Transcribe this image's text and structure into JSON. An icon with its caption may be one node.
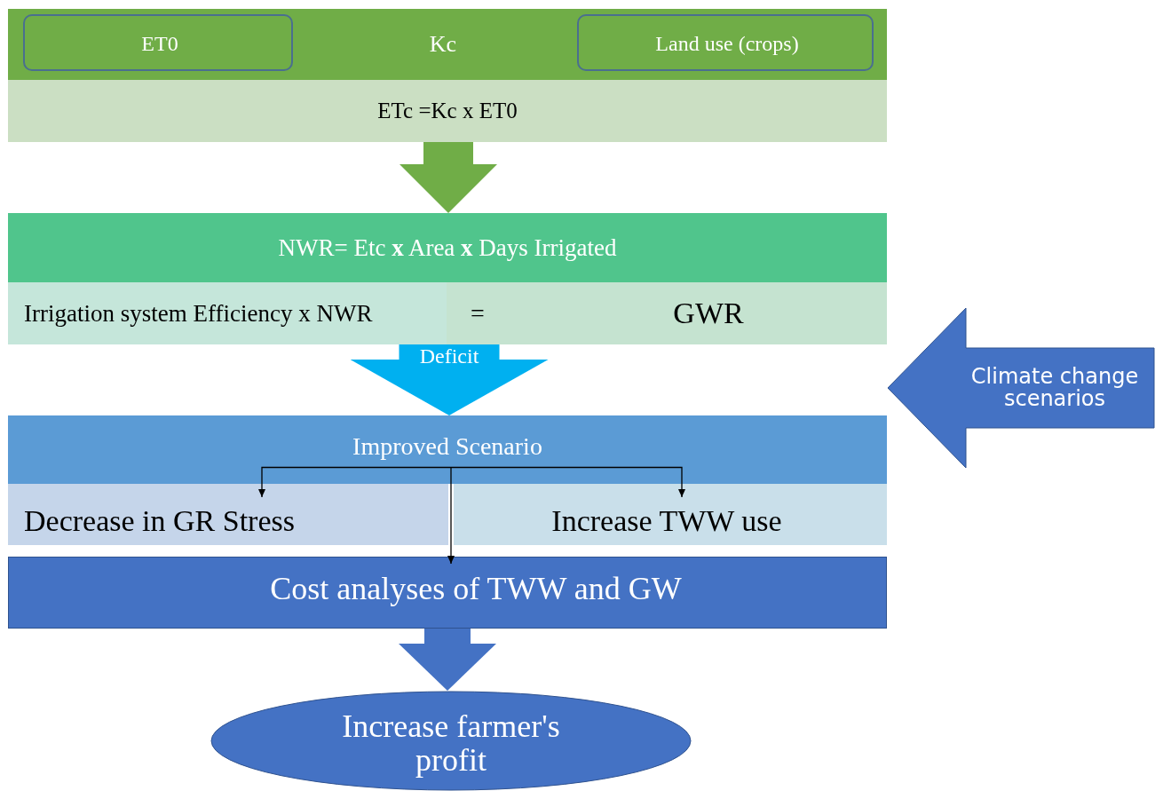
{
  "diagram": {
    "nodes": [
      {
        "text": [
          "Kc"
        ]
      },
      {
        "text": [
          "ET0"
        ],
        "in": 0
      },
      {
        "text": [
          "Land use (crops)"
        ],
        "in": 0
      },
      {
        "text": [
          "ETc =Kc x ET0"
        ]
      },
      {
        "text": [
          "NWR= Etc **x** Area **x** Days Irrigated"
        ]
      },
      {
        "text": [
          "Irrigation system Efficiency x NWR"
        ]
      },
      {
        "text": [
          "=",
          "GWR"
        ]
      },
      {
        "text": [
          "Improved Scenario"
        ]
      },
      {
        "text": [
          "Decrease in GR Stress"
        ]
      },
      {
        "text": [
          "Increase TWW use"
        ]
      },
      {
        "text": [
          "Cost analyses of TWW and GW"
        ]
      },
      {
        "text": [
          "Increase farmer's profit"
        ]
      },
      {
        "text": [
          "Climate change scenarios"
        ]
      }
    ],
    "edges": [
      {
        "from": 3,
        "to": 4,
        "arrow": "to",
        "style": "thick",
        "color": "#70ad47"
      },
      {
        "from": 5,
        "to": 7,
        "arrow": "to",
        "label": "Deficit",
        "style": "thick",
        "color": "#00b0f0"
      },
      {
        "from": 7,
        "to": 8,
        "arrow": "to"
      },
      {
        "from": 7,
        "to": 9,
        "arrow": "to"
      },
      {
        "from": 7,
        "to": 10,
        "arrow": "to"
      },
      {
        "from": 10,
        "to": 11,
        "arrow": "to",
        "style": "thick",
        "color": "#4472c4"
      }
    ]
  }
}
